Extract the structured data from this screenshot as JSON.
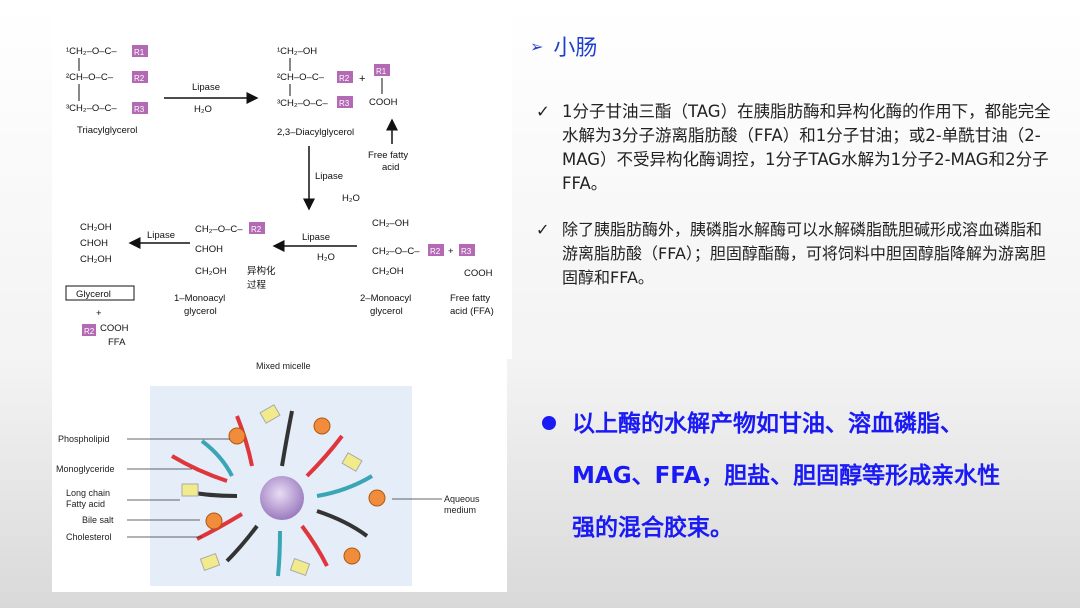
{
  "diagram": {
    "r1": "R1",
    "r2": "R2",
    "r3": "R3",
    "tag_rows": [
      "¹CH₂–O–C–",
      "²CH–O–C–",
      "³CH₂–O–C–"
    ],
    "tag_label": "Triacylglycerol",
    "lipase1": "Lipase",
    "water1": "H₂O",
    "dag_rows": [
      "¹CH₂–OH",
      "²CH–O–C–",
      "³CH₂–O–C–"
    ],
    "dag_label": "2,3–Diacylglycerol",
    "cooh": "COOH",
    "ffa_label": [
      "Free fatty",
      "acid"
    ],
    "lipase2": "Lipase",
    "water2": "H₂O",
    "mag2_rows": [
      "CH₂–OH",
      "CH₂–O–C–",
      "CH₂OH"
    ],
    "mag2_label": [
      "2–Monoacyl",
      "glycerol"
    ],
    "ffa2_label": [
      "Free fatty",
      "acid (FFA)"
    ],
    "lipase3": "Lipase",
    "water3": "H₂O",
    "mag1_rows": [
      "CH₂–O–C–",
      "CHOH",
      "CH₂OH"
    ],
    "mag1_label": [
      "1–Monoacyl",
      "glycerol"
    ],
    "isomer": [
      "异构化",
      "过程"
    ],
    "lipase4": "Lipase",
    "glycerol_rows": [
      "CH₂OH",
      "CHOH",
      "CH₂OH"
    ],
    "glycerol_label": "Glycerol",
    "plus": "+",
    "ffa3": "FFA"
  },
  "micelle": {
    "title": "Mixed micelle",
    "labels": [
      "Phospholipid",
      "Monoglyceride",
      "Long chain",
      "Fatty acid",
      "Bile salt",
      "Cholesterol"
    ],
    "aqueous": [
      "Aqueous",
      "medium"
    ]
  },
  "right": {
    "heading": "小肠",
    "check": "✓",
    "item1": "1分子甘油三酯（TAG）在胰脂肪酶和异构化酶的作用下，都能完全水解为3分子游离脂肪酸（FFA）和1分子甘油；或2-单酰甘油（2-MAG）不受异构化酶调控，1分子TAG水解为1分子2-MAG和2分子FFA。",
    "item2": "除了胰脂肪酶外，胰磷脂水解酶可以水解磷脂酰胆碱形成溶血磷脂和游离脂肪酸（FFA）；胆固醇酯酶，可将饲料中胆固醇脂降解为游离胆固醇和FFA。",
    "bullet": "以上酶的水解产物如甘油、溶血磷脂、MAG、FFA，胆盐、胆固醇等形成亲水性强的混合胶束。"
  },
  "colors": {
    "accent": "#1f3fd0",
    "bullet": "#1a1af5",
    "r_box": "#b469b4"
  }
}
